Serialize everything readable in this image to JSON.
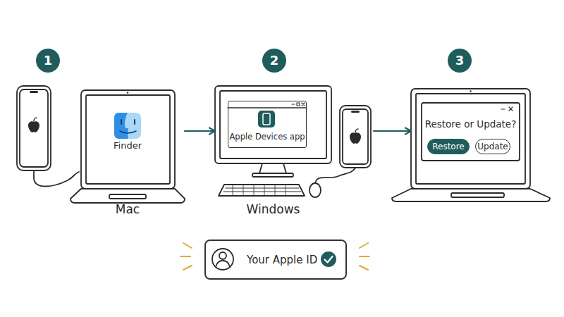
{
  "diagram": {
    "nodes": [
      {
        "text": [
          "1"
        ]
      },
      {
        "text": [
          "2"
        ]
      },
      {
        "text": [
          "3"
        ]
      },
      {
        "text": [
          "Finder",
          "Mac"
        ]
      },
      {
        "text": [
          "Windows"
        ]
      },
      {
        "text": [
          "Apple Devices app"
        ],
        "in": 4
      },
      {
        "text": [
          "Restore or Update?"
        ]
      },
      {
        "text": [
          "Restore"
        ],
        "in": 6
      },
      {
        "text": [
          "Update"
        ],
        "in": 6
      },
      {
        "text": [
          "Your Apple ID"
        ]
      }
    ],
    "edges": [
      {
        "from": 3,
        "to": 4,
        "arrow": "to"
      },
      {
        "from": 4,
        "to": 6,
        "arrow": "to"
      }
    ]
  }
}
